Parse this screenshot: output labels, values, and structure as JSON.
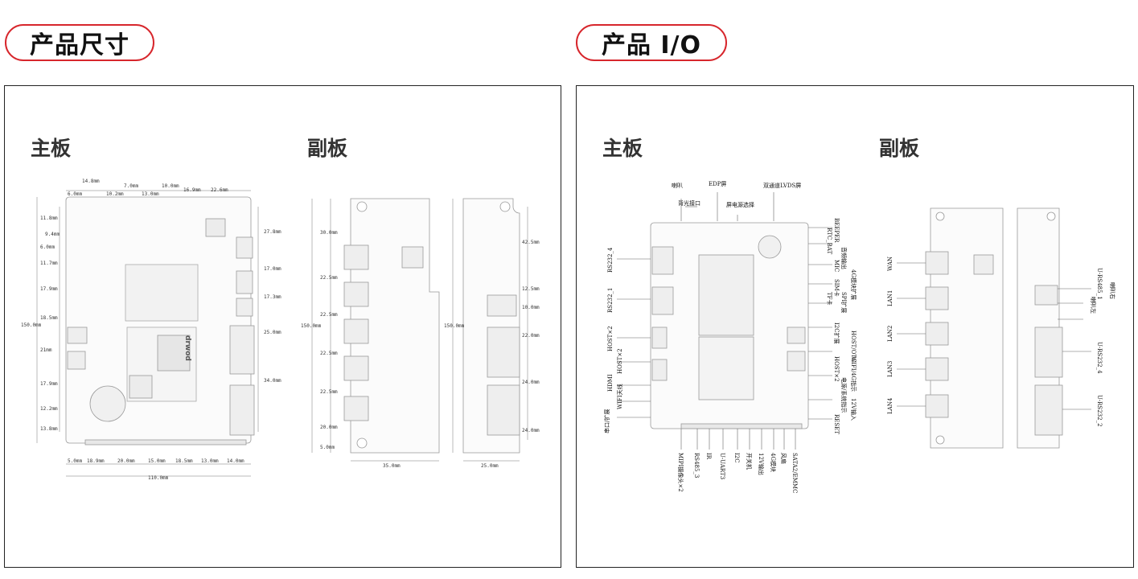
{
  "left": {
    "title": "产品尺寸",
    "main_label": "主板",
    "sub_label": "副板",
    "main_dims": {
      "top": [
        "14.8mm",
        "6.0mm",
        "10.2mm",
        "7.0mm",
        "13.0mm",
        "10.0mm",
        "16.9mm",
        "22.6mm"
      ],
      "left": [
        "11.8mm",
        "9.4mm",
        "6.0mm",
        "11.7mm",
        "17.9mm",
        "18.5mm",
        "21mm",
        "17.9mm",
        "12.2mm",
        "13.8mm"
      ],
      "height": "150.0mm",
      "right": [
        "27.8mm",
        "17.0mm",
        "17.3mm",
        "25.0mm",
        "34.0mm"
      ],
      "bottom": [
        "5.0mm",
        "18.9mm",
        "20.0mm",
        "15.0mm",
        "18.5mm",
        "13.0mm",
        "14.0mm"
      ],
      "width": "110.0mm"
    },
    "sub1_dims": {
      "height": "150.0mm",
      "right": [
        "30.0mm",
        "22.5mm",
        "22.5mm",
        "22.5mm",
        "22.5mm",
        "20.0mm",
        "5.0mm"
      ],
      "width": "35.0mm"
    },
    "sub2_dims": {
      "height": "150.0mm",
      "right": [
        "42.5mm",
        "12.5mm",
        "10.0mm",
        "22.0mm",
        "24.0mm",
        "24.0mm"
      ],
      "width": "25.0mm"
    },
    "board_logo": "drwod"
  },
  "right": {
    "title": "产品 I/O",
    "main_label": "主板",
    "sub_label": "副板",
    "main_top": [
      "喇叭",
      "EDP屏",
      "双通道LVDS屏",
      "背光接口",
      "屏电源选择"
    ],
    "main_left": [
      "RS232_4",
      "RS232_1",
      "HOST×2",
      "HOST×2",
      "HDMI",
      "WIFI天线",
      "串口/扩展"
    ],
    "main_right": [
      "BEEPER",
      "RTC_BAT",
      "音频输出",
      "MIC",
      "4G模块扩展",
      "SIM卡",
      "TF卡",
      "SPI扩展",
      "I2C扩展",
      "HOST/OTG",
      "HOST×2",
      "WIFI/4G指示",
      "电源/系统指示",
      "12V输入",
      "RESET"
    ],
    "main_bottom": [
      "MIPI摄像头×2",
      "RS485_3",
      "IR",
      "U-UART3",
      "I2C",
      "开关机",
      "12V输出",
      "4G模块",
      "风扇",
      "SATA2/EMMC"
    ],
    "sub1_left": [
      "WAN",
      "LAN1",
      "LAN2",
      "LAN3",
      "LAN4"
    ],
    "sub2_right": [
      "U-RS485_1",
      "喇叭右",
      "喇叭左",
      "U-RS232_4",
      "U-RS232_2"
    ]
  },
  "colors": {
    "accent": "#d7262c",
    "border": "#222222",
    "line": "#555555"
  }
}
